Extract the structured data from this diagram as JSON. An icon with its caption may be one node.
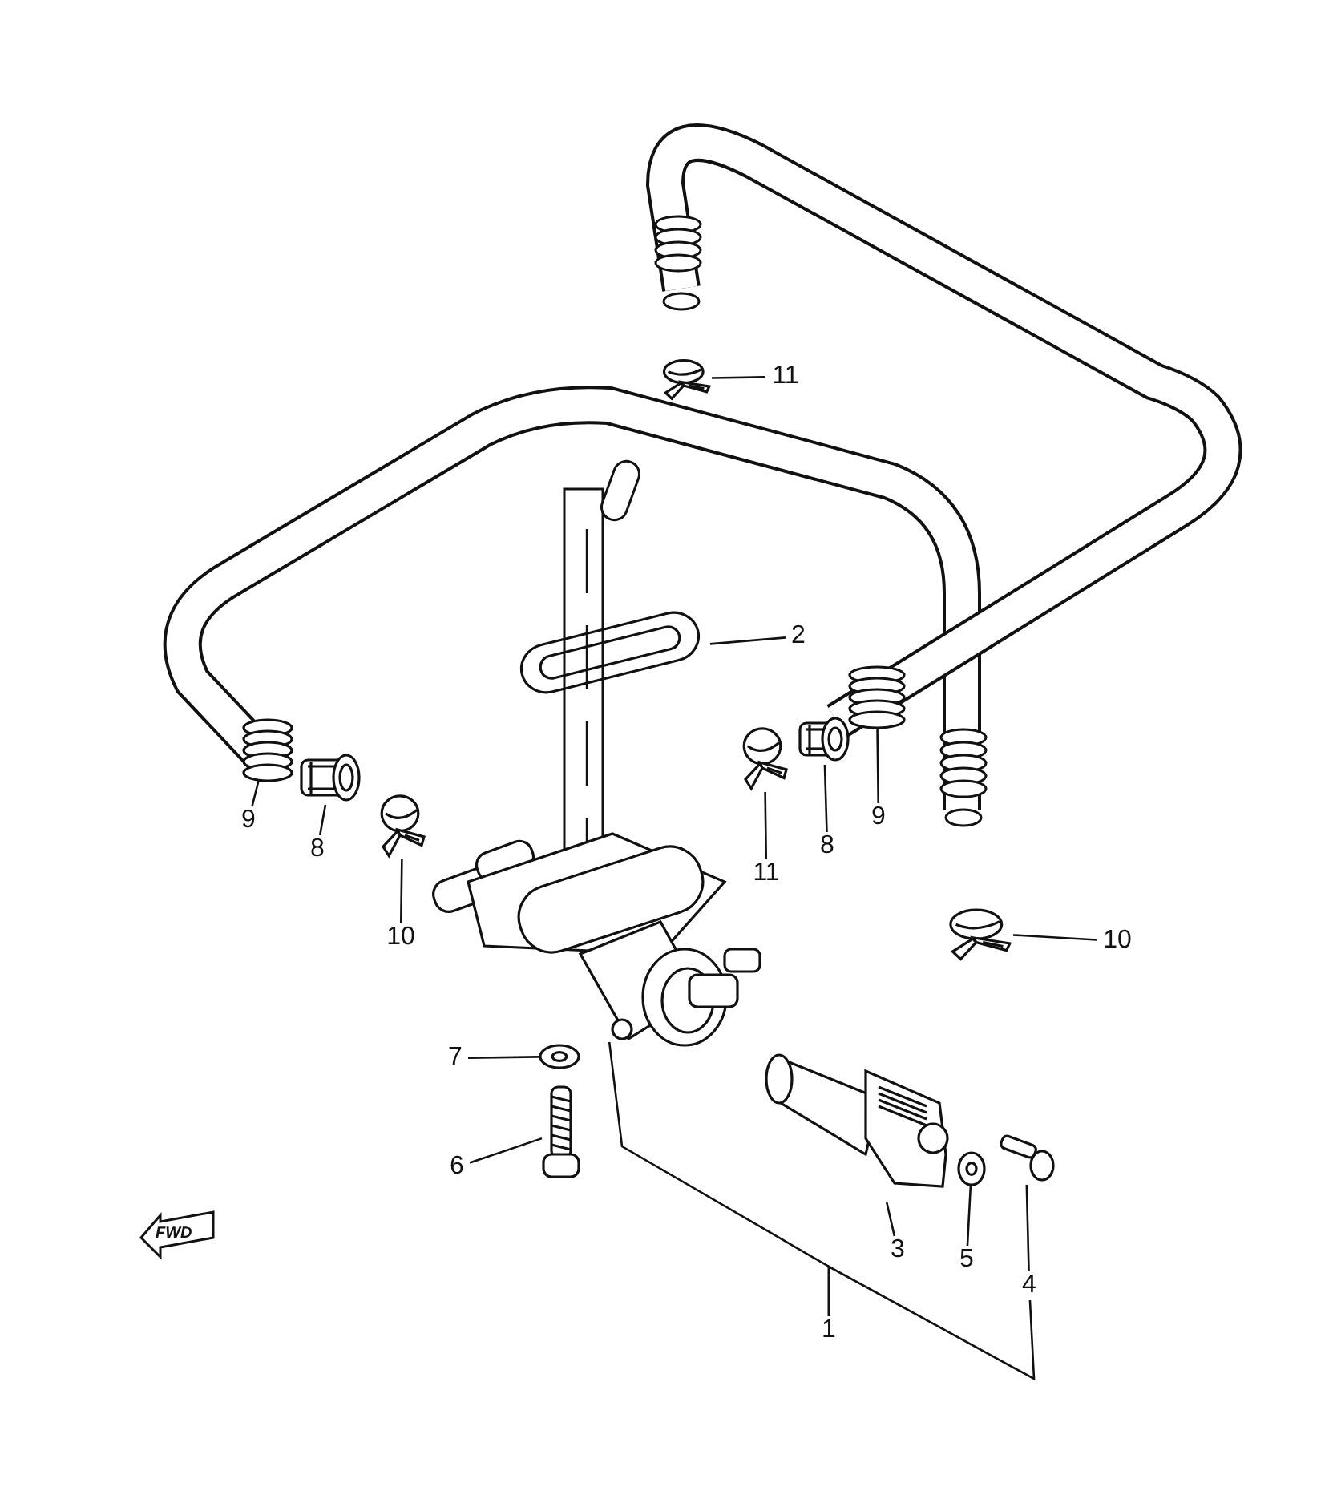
{
  "diagram": {
    "nodes": [
      {
        "text": [
          "11"
        ]
      },
      {
        "text": [],
        "shape": "picture"
      },
      {
        "text": [
          "2"
        ]
      },
      {
        "text": [],
        "shape": "picture"
      },
      {
        "text": [
          "9"
        ]
      },
      {
        "text": [],
        "shape": "picture"
      },
      {
        "text": [
          "8"
        ]
      },
      {
        "text": [],
        "shape": "picture"
      },
      {
        "text": [
          "10"
        ]
      },
      {
        "text": [],
        "shape": "picture"
      },
      {
        "text": [
          "11"
        ]
      },
      {
        "text": [],
        "shape": "picture"
      },
      {
        "text": [
          "8"
        ]
      },
      {
        "text": [],
        "shape": "picture"
      },
      {
        "text": [
          "9"
        ]
      },
      {
        "text": [],
        "shape": "picture"
      },
      {
        "text": [
          "10"
        ]
      },
      {
        "text": [],
        "shape": "picture"
      },
      {
        "text": [
          "7"
        ]
      },
      {
        "text": [],
        "shape": "picture"
      },
      {
        "text": [
          "6"
        ]
      },
      {
        "text": [],
        "shape": "picture"
      },
      {
        "text": [
          "3"
        ]
      },
      {
        "text": [],
        "shape": "picture"
      },
      {
        "text": [
          "5"
        ]
      },
      {
        "text": [],
        "shape": "picture"
      },
      {
        "text": [
          "4"
        ]
      },
      {
        "text": [],
        "shape": "picture"
      },
      {
        "text": [
          "1"
        ]
      },
      {
        "text": [],
        "shape": "picture"
      }
    ],
    "edges": [
      {
        "from": 0,
        "to": 1,
        "arrow": "none"
      },
      {
        "from": 2,
        "to": 3,
        "arrow": "none"
      },
      {
        "from": 4,
        "to": 5,
        "arrow": "none"
      },
      {
        "from": 6,
        "to": 7,
        "arrow": "none"
      },
      {
        "from": 8,
        "to": 9,
        "arrow": "none"
      },
      {
        "from": 10,
        "to": 11,
        "arrow": "none"
      },
      {
        "from": 12,
        "to": 13,
        "arrow": "none"
      },
      {
        "from": 14,
        "to": 15,
        "arrow": "none"
      },
      {
        "from": 16,
        "to": 17,
        "arrow": "none"
      },
      {
        "from": 18,
        "to": 19,
        "arrow": "none"
      },
      {
        "from": 20,
        "to": 21,
        "arrow": "none"
      },
      {
        "from": 22,
        "to": 23,
        "arrow": "none"
      },
      {
        "from": 24,
        "to": 25,
        "arrow": "none"
      },
      {
        "from": 26,
        "to": 27,
        "arrow": "none"
      },
      {
        "from": 28,
        "to": 29,
        "arrow": "none"
      },
      {
        "from": 28,
        "to": 26,
        "arrow": "none"
      }
    ],
    "labels": [
      "FWD"
    ]
  }
}
